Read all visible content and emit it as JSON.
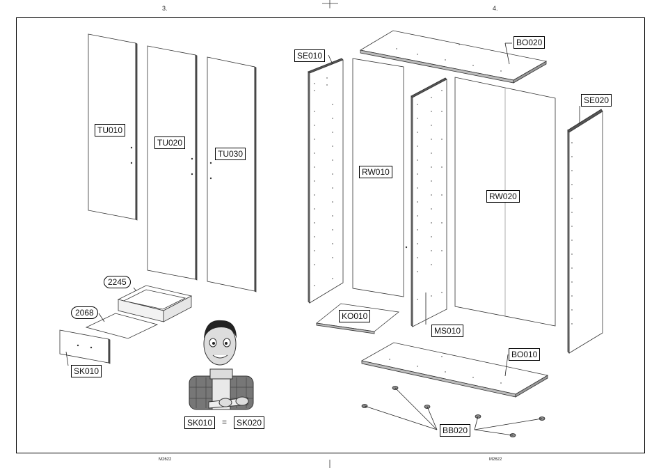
{
  "pages": {
    "left": "3.",
    "right": "4."
  },
  "footer": {
    "left": "M2622",
    "right": "M2622"
  },
  "labels": {
    "tu010": "TU010",
    "tu020": "TU020",
    "tu030": "TU030",
    "se010": "SE010",
    "rw010": "RW010",
    "ms010": "MS010",
    "rw020": "RW020",
    "bo020": "BO020",
    "se020": "SE020",
    "ko010": "KO010",
    "bo010": "BO010",
    "bb020": "BB020",
    "sk010": "SK010",
    "sk010b": "SK010",
    "sk020": "SK020"
  },
  "counts": {
    "c2245": "2245",
    "c2068": "2068"
  },
  "equation": {
    "sign": "="
  },
  "colors": {
    "panel_fill": "#ffffff",
    "panel_edge": "#444444",
    "shade": "#bdbdbd"
  }
}
